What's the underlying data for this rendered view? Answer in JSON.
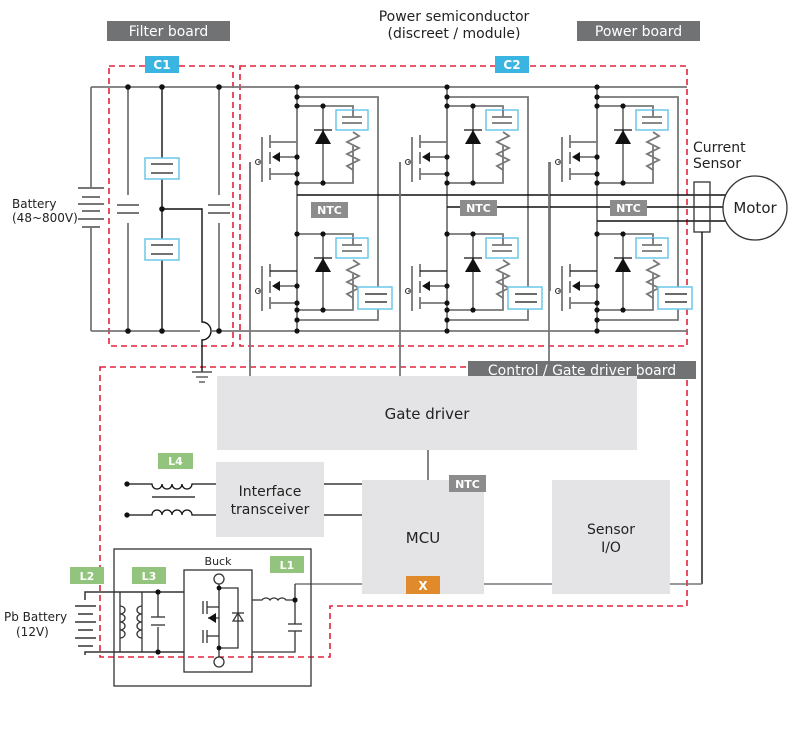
{
  "title": "Power semiconductor\n(discreet / module)",
  "title_lines": [
    "Power semiconductor",
    "(discreet / module)"
  ],
  "boards": {
    "filter": "Filter board",
    "power": "Power board",
    "control": "Control / Gate driver board"
  },
  "tags": {
    "c1": "C1",
    "c2": "C2",
    "ntc": "NTC",
    "l1": "L1",
    "l2": "L2",
    "l3": "L3",
    "l4": "L4",
    "x": "X"
  },
  "components": {
    "battery_lines": [
      "Battery",
      "(48~800V)"
    ],
    "pb_battery_lines": [
      "Pb Battery",
      "(12V)"
    ],
    "current_sensor_lines": [
      "Current",
      "Sensor"
    ],
    "motor": "Motor",
    "gate_driver": "Gate driver",
    "interface_lines": [
      "Interface",
      "transceiver"
    ],
    "mcu": "MCU",
    "sensor_io_lines": [
      "Sensor",
      "I/O"
    ],
    "buck": "Buck"
  },
  "colors": {
    "tag_blue": "#3ab4e0",
    "tag_green": "#93c47d",
    "tag_orange": "#e08a2c",
    "tag_gray": "#8c8c8c",
    "header_gray": "#707274",
    "block_fill": "#e4e4e6",
    "boundary_red": "#e0243c",
    "highlight_box": "#6cc7e8",
    "wire_gray": "#777777",
    "wire_black": "#111111"
  }
}
